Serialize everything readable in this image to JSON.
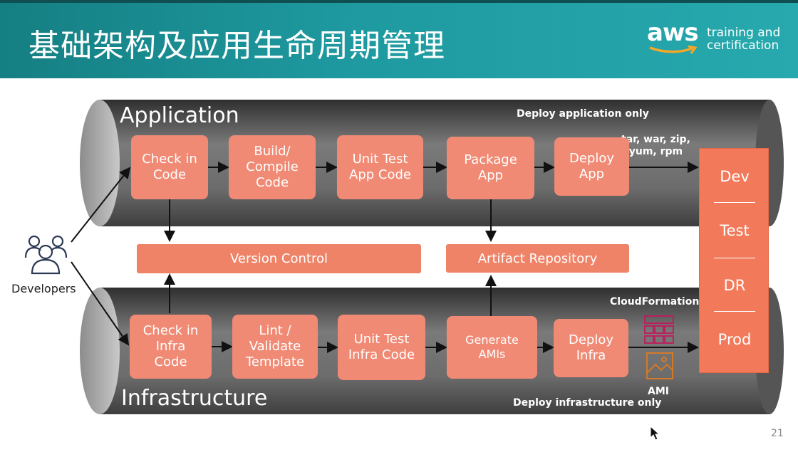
{
  "header": {
    "title": "基础架构及应用生命周期管理"
  },
  "logo": {
    "brand": "aws",
    "tag_line1": "training and",
    "tag_line2": "certification"
  },
  "application": {
    "title": "Application",
    "note": "Deploy application only",
    "artifact_types": "tar, war, zip,\nyum, rpm",
    "steps": [
      "Check in\nCode",
      "Build/\nCompile\nCode",
      "Unit Test\nApp Code",
      "Package\nApp",
      "Deploy\nApp"
    ]
  },
  "infrastructure": {
    "title": "Infrastructure",
    "note": "Deploy infrastructure only",
    "steps": [
      "Check in\nInfra\nCode",
      "Lint /\nValidate\nTemplate",
      "Unit Test\nInfra Code",
      "Generate\nAMIs",
      "Deploy\nInfra"
    ]
  },
  "shared": {
    "version_control": "Version Control",
    "artifact_repository": "Artifact Repository"
  },
  "icons": {
    "cloudformation_label": "CloudFormation",
    "ami_label": "AMI"
  },
  "environments": [
    "Dev",
    "Test",
    "DR",
    "Prod"
  ],
  "developers": {
    "label": "Developers"
  },
  "page_number": "21",
  "colors": {
    "header": "#1e9aa0",
    "step": "#f08a74",
    "environment": "#f27a5a",
    "tube": "#6e6e6e"
  }
}
